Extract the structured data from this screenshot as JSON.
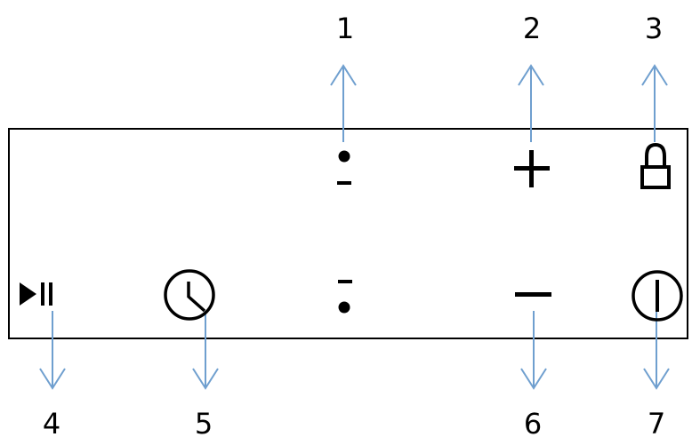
{
  "callouts": {
    "n1": "1",
    "n2": "2",
    "n3": "3",
    "n4": "4",
    "n5": "5",
    "n6": "6",
    "n7": "7"
  },
  "colors": {
    "arrow": "#6f9fcf",
    "ink": "#000000",
    "panel_border": "#000000"
  },
  "icons": {
    "n1": "dot-bar-up-icon",
    "n2": "plus-icon",
    "n3": "lock-icon",
    "n4": "play-pause-icon",
    "n5": "clock-timer-icon",
    "n6": "minus-icon",
    "n7": "power-icon",
    "unlabeled": "bar-dot-down-icon"
  }
}
